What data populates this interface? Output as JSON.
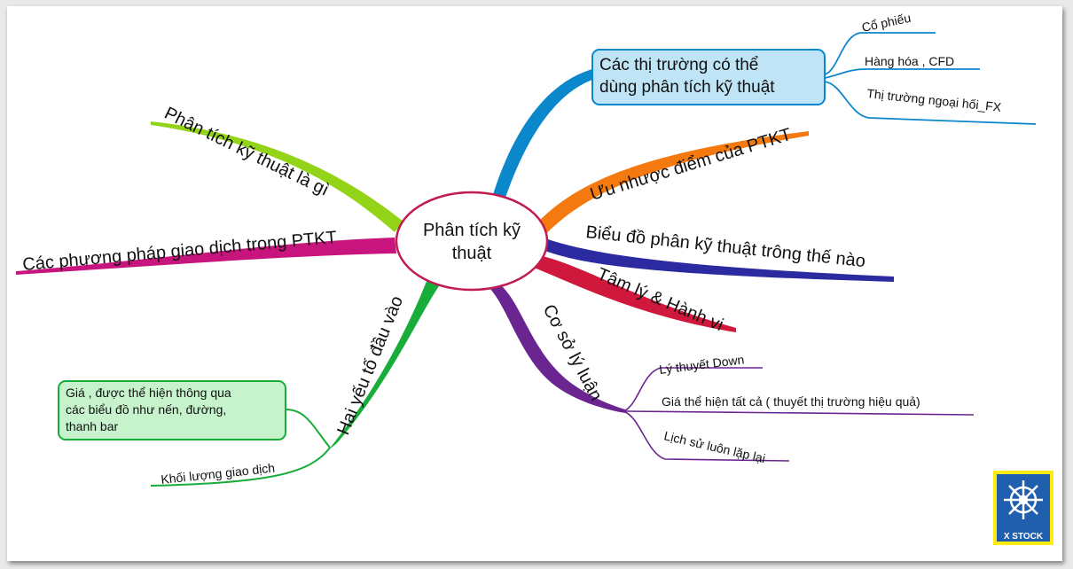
{
  "center": {
    "line1": "Phân tích kỹ",
    "line2": "thuật"
  },
  "branches": {
    "markets": {
      "title_line1": "Các thị trường có thể",
      "title_line2": "dùng phân tích kỹ thuật",
      "children": [
        "Cổ phiếu",
        "Hàng hóa , CFD",
        "Thị trường ngoại hối_FX"
      ],
      "color": "#0b87cc"
    },
    "pros_cons": {
      "title": "Ưu nhược điểm của PTKT",
      "color": "#f47a10"
    },
    "charts": {
      "title": "Biểu đồ phân kỹ thuật trông thế nào",
      "color": "#2b2aa0"
    },
    "psychology": {
      "title": "Tâm lý & Hành vi",
      "color": "#d0183c"
    },
    "theory": {
      "title": "Cơ sở lý luận",
      "children": [
        "Lý thuyết Down",
        "Giá thể hiện tất cả ( thuyết thị trường hiệu quả)",
        "Lịch sử luôn lặp lại"
      ],
      "color": "#6a2590"
    },
    "what_is": {
      "title": "Phân tích kỹ thuật là gì",
      "color": "#93d418"
    },
    "methods": {
      "title": "Các phương pháp giao dịch trong PTKT",
      "color": "#c8157e"
    },
    "inputs": {
      "title": "Hai yếu tố đầu vào",
      "price_note": [
        "Giá , được thể hiện thông qua",
        "các biểu đồ như nến, đường,",
        "thanh bar"
      ],
      "volume": "Khối lượng giao dịch",
      "color": "#18ad3a"
    }
  },
  "logo": {
    "text": "X STOCK"
  }
}
